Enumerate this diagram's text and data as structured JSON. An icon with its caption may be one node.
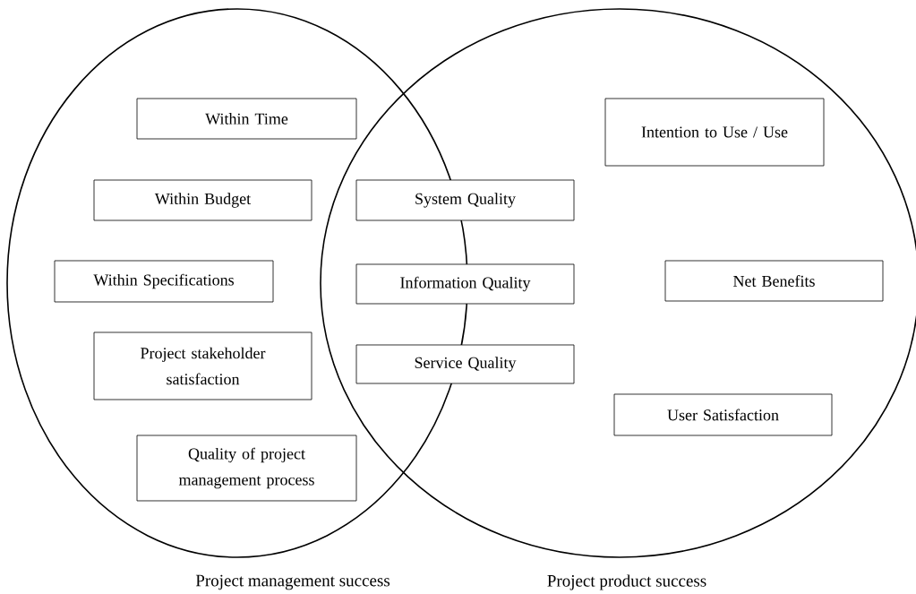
{
  "diagram": {
    "nodes": [
      {
        "text": [
          "Project management success"
        ]
      },
      {
        "text": [
          "Project product success"
        ]
      },
      {
        "text": [
          "Within  Time"
        ],
        "in": 0
      },
      {
        "text": [
          "Within  Budget"
        ],
        "in": 0
      },
      {
        "text": [
          "Within  Specifications"
        ],
        "in": 0
      },
      {
        "text": [
          "Project stakeholder satisfaction"
        ],
        "in": 0
      },
      {
        "text": [
          "Quality  of project management  process"
        ],
        "in": 0
      },
      {
        "text": [
          "System Quality"
        ],
        "in": 1
      },
      {
        "text": [
          "Information  Quality"
        ],
        "in": 1
      },
      {
        "text": [
          "Service Quality"
        ],
        "in": 1
      },
      {
        "text": [
          "Intention  to Use / Use"
        ],
        "in": 1
      },
      {
        "text": [
          "Net Benefits"
        ],
        "in": 1
      },
      {
        "text": [
          "User Satisfaction"
        ],
        "in": 1
      }
    ]
  }
}
